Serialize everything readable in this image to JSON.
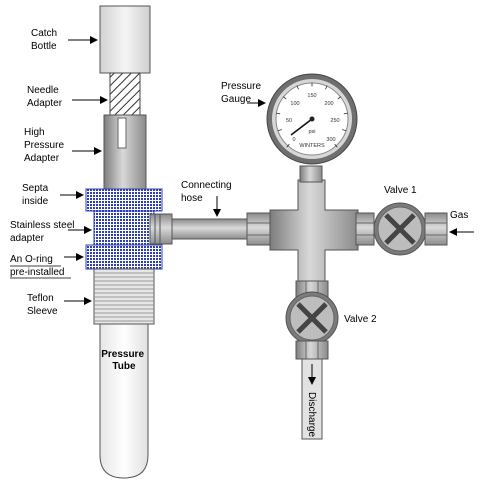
{
  "labels": {
    "catch_bottle": [
      "Catch",
      "Bottle"
    ],
    "needle_adapter": [
      "Needle",
      "Adapter"
    ],
    "high_pressure_adapter": [
      "High",
      "Pressure",
      "Adapter"
    ],
    "septa_inside": [
      "Septa",
      "inside"
    ],
    "stainless_steel_adapter": [
      "Stainless steel",
      "adapter"
    ],
    "oring": [
      "An O-ring",
      "pre-installed"
    ],
    "teflon_sleeve": [
      "Teflon",
      "Sleeve"
    ],
    "pressure_tube": [
      "Pressure",
      "Tube"
    ],
    "pressure_gauge": [
      "Pressure",
      "Gauge"
    ],
    "connecting_hose": [
      "Connecting",
      "hose"
    ],
    "valve1": "Valve 1",
    "gas": "Gas",
    "valve2": "Valve 2",
    "discharge": "Discharge"
  },
  "gauge": {
    "ticks": [
      "0",
      "50",
      "100",
      "150",
      "200",
      "250",
      "300"
    ],
    "unit": "psi",
    "brand": "WINTERS"
  },
  "colors": {
    "metal_dark": "#8a8a8a",
    "metal_light": "#d9d9d9",
    "septa_blue": "#2d3fb0",
    "outline": "#444444"
  }
}
